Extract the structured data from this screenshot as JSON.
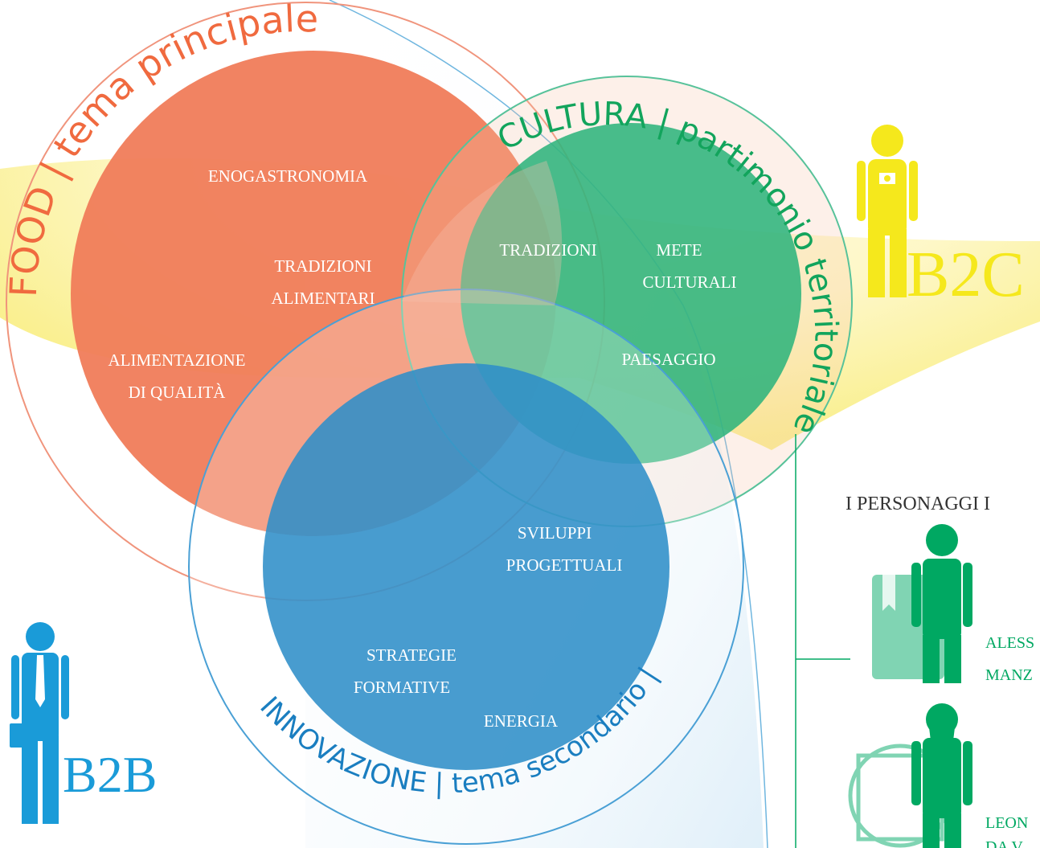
{
  "food": {
    "arc_label": "FOOD | tema principale |",
    "items": [
      "ENOGASTRONOMIA",
      "TRADIZIONI",
      "ALIMENTARI",
      "ALIMENTAZIONE",
      "DI QUALITÀ"
    ]
  },
  "cultura": {
    "arc_label": "CULTURA | partimonio territoriale |",
    "items": [
      "TRADIZIONI",
      "METE",
      "CULTURALI",
      "PAESAGGIO"
    ]
  },
  "innovazione": {
    "arc_label": "INNOVAZIONE | tema secondario |",
    "items": [
      "SVILUPPI",
      "PROGETTUALI",
      "STRATEGIE",
      "FORMATIVE",
      "ENERGIA"
    ]
  },
  "b2c": {
    "label": "B2C"
  },
  "b2b": {
    "label": "B2B"
  },
  "personaggi": {
    "heading": "I PERSONAGGI I",
    "people": [
      {
        "line1": "ALESS",
        "line2": "MANZ"
      },
      {
        "line1": "LEON",
        "line2": "DA V"
      }
    ]
  },
  "colors": {
    "food": "#f07c5a",
    "cultura": "#2fb47c",
    "innovazione": "#3192cc",
    "b2c": "#f5e81c",
    "b2b": "#1a9bd8",
    "personaggi": "#00a862"
  }
}
